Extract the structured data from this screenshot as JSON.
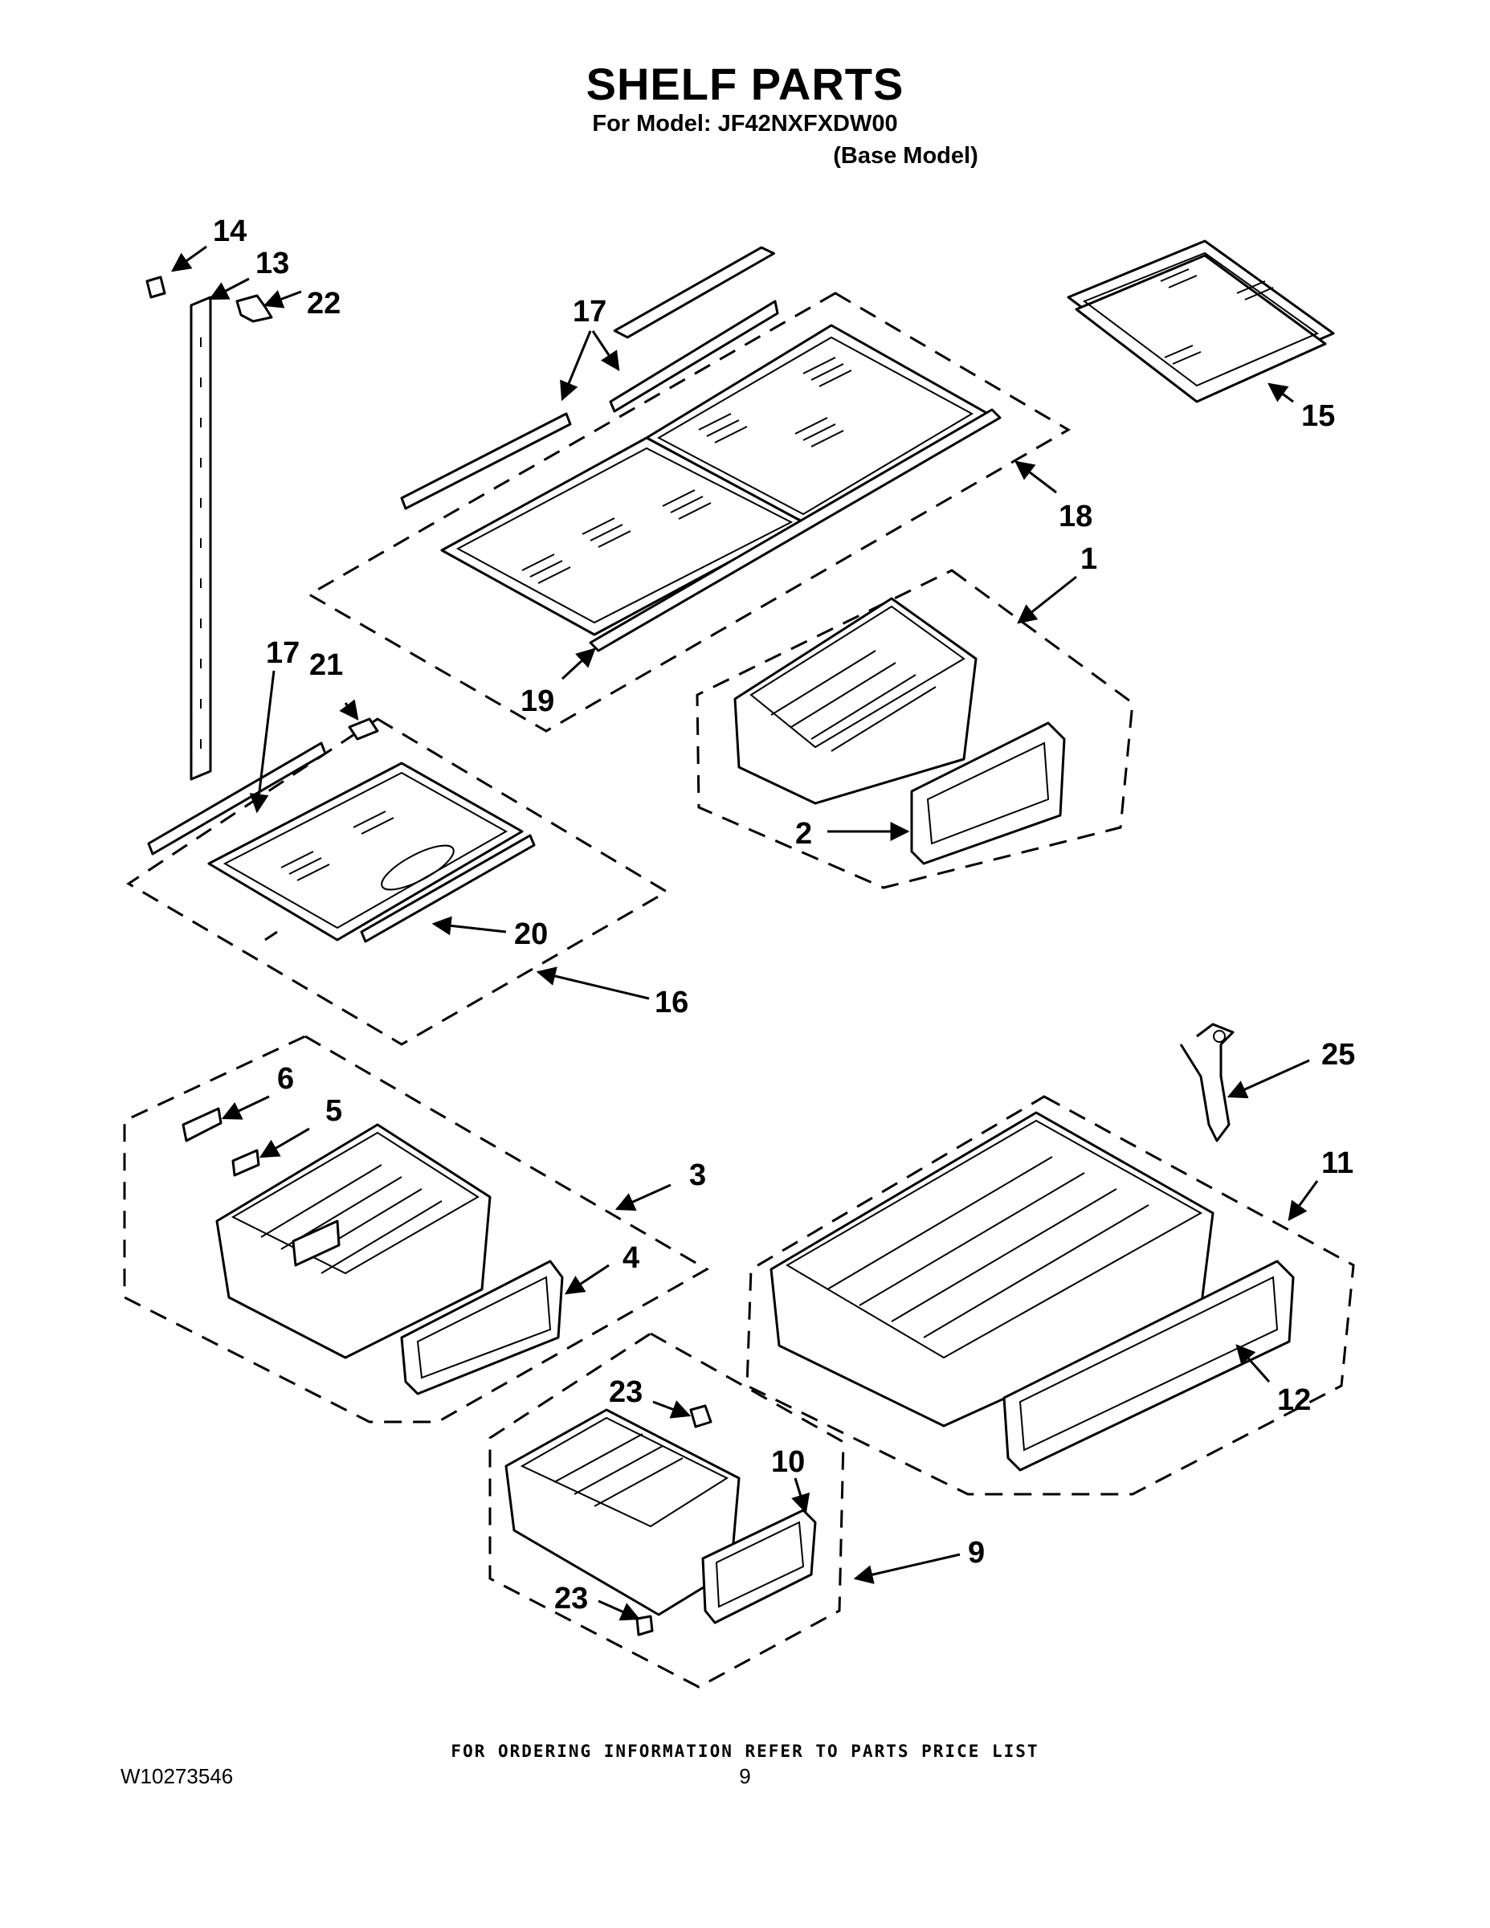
{
  "header": {
    "title": "SHELF PARTS",
    "model": "For Model: JF42NXFXDW00",
    "base": "(Base Model)"
  },
  "callouts": [
    "14",
    "13",
    "22",
    "17",
    "17",
    "15",
    "18",
    "1",
    "19",
    "21",
    "2",
    "20",
    "16",
    "6",
    "5",
    "3",
    "4",
    "25",
    "11",
    "12",
    "23",
    "10",
    "9",
    "23"
  ],
  "footer": {
    "note": "FOR ORDERING INFORMATION REFER TO PARTS PRICE LIST",
    "doc_id": "W10273546",
    "page": "9"
  }
}
